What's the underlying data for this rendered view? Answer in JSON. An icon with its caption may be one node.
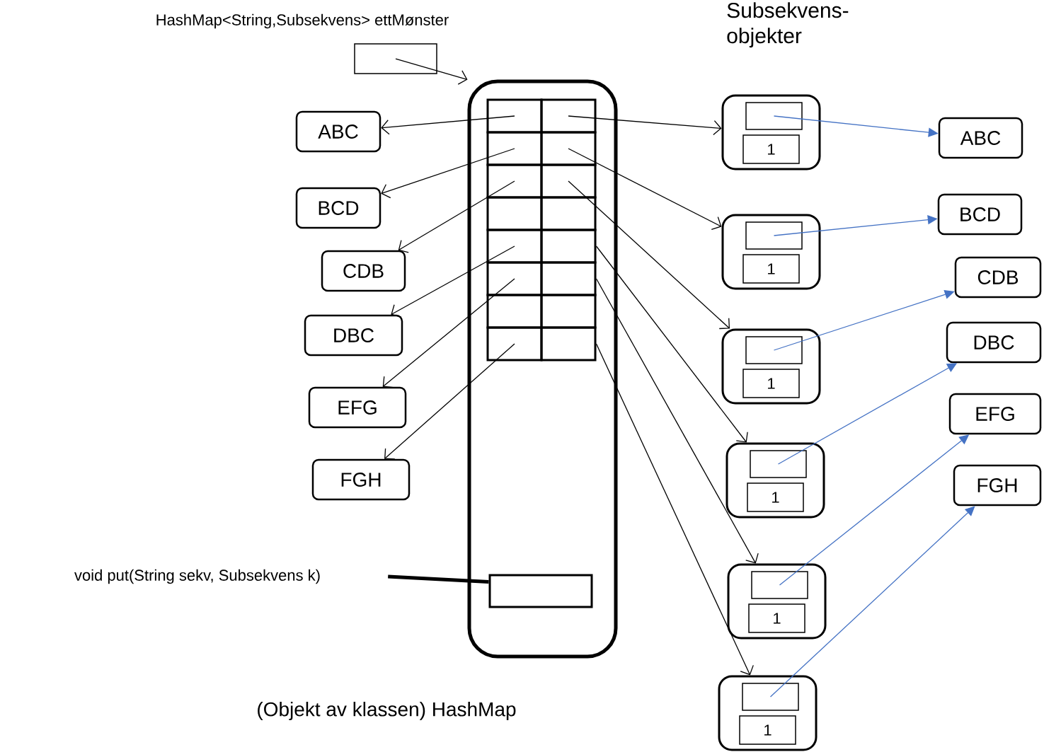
{
  "diagram": {
    "nodes": [
      {
        "text": [
          "HashMap<String,Subsekvens> ettMønster"
        ]
      },
      {
        "text": [],
        "shape": "box",
        "beside": [
          "(Objekt av klassen) HashMap"
        ]
      },
      {
        "text": [],
        "shape": "box",
        "in": 1
      },
      {
        "text": [],
        "shape": "box",
        "in": 1
      },
      {
        "text": [],
        "shape": "box",
        "in": 1
      },
      {
        "text": [],
        "shape": "box",
        "in": 1
      },
      {
        "text": [],
        "shape": "box",
        "in": 1
      },
      {
        "text": [],
        "shape": "box",
        "in": 1
      },
      {
        "text": [],
        "shape": "box",
        "in": 1
      },
      {
        "text": [],
        "shape": "box",
        "in": 1
      },
      {
        "text": [],
        "shape": "box",
        "in": 1
      },
      {
        "text": [],
        "shape": "box",
        "in": 1
      },
      {
        "text": [],
        "shape": "box",
        "in": 1
      },
      {
        "text": [],
        "shape": "box",
        "in": 1
      },
      {
        "text": [],
        "shape": "box",
        "in": 1
      },
      {
        "text": [],
        "shape": "box",
        "in": 1
      },
      {
        "text": [],
        "shape": "box",
        "in": 1
      },
      {
        "text": [],
        "shape": "box",
        "in": 1
      },
      {
        "text": [],
        "shape": "box",
        "in": 1
      },
      {
        "text": [
          "void put(String sekv, Subsekvens k)"
        ]
      },
      {
        "text": [
          "ABC"
        ]
      },
      {
        "text": [
          "BCD"
        ]
      },
      {
        "text": [
          "CDB"
        ]
      },
      {
        "text": [
          "DBC"
        ]
      },
      {
        "text": [
          "EFG"
        ]
      },
      {
        "text": [
          "FGH"
        ]
      },
      {
        "text": [],
        "shape": "box"
      },
      {
        "text": [],
        "shape": "box",
        "in": 26
      },
      {
        "text": [
          "1"
        ],
        "in": 26
      },
      {
        "text": [],
        "shape": "box"
      },
      {
        "text": [],
        "shape": "box",
        "in": 29
      },
      {
        "text": [
          "1"
        ],
        "in": 29
      },
      {
        "text": [],
        "shape": "box"
      },
      {
        "text": [],
        "shape": "box",
        "in": 32
      },
      {
        "text": [
          "1"
        ],
        "in": 32
      },
      {
        "text": [],
        "shape": "box"
      },
      {
        "text": [],
        "shape": "box",
        "in": 35
      },
      {
        "text": [
          "1"
        ],
        "in": 35
      },
      {
        "text": [],
        "shape": "box"
      },
      {
        "text": [],
        "shape": "box",
        "in": 38
      },
      {
        "text": [
          "1"
        ],
        "in": 38
      },
      {
        "text": [],
        "shape": "box"
      },
      {
        "text": [],
        "shape": "box",
        "in": 41
      },
      {
        "text": [
          "1"
        ],
        "in": 41
      },
      {
        "text": [
          "ABC"
        ]
      },
      {
        "text": [
          "BCD"
        ]
      },
      {
        "text": [
          "CDB"
        ]
      },
      {
        "text": [
          "DBC"
        ]
      },
      {
        "text": [
          "EFG"
        ]
      },
      {
        "text": [
          "FGH"
        ]
      }
    ],
    "edges": [
      {
        "from": 0,
        "to": 1,
        "arrow": "to"
      },
      {
        "from": 2,
        "to": 20,
        "arrow": "to"
      },
      {
        "from": 4,
        "to": 21,
        "arrow": "to"
      },
      {
        "from": 6,
        "to": 22,
        "arrow": "to"
      },
      {
        "from": 10,
        "to": 23,
        "arrow": "to"
      },
      {
        "from": 12,
        "to": 24,
        "arrow": "to"
      },
      {
        "from": 16,
        "to": 25,
        "arrow": "to"
      },
      {
        "from": 3,
        "to": 26,
        "arrow": "to"
      },
      {
        "from": 5,
        "to": 29,
        "arrow": "to"
      },
      {
        "from": 7,
        "to": 32,
        "arrow": "to"
      },
      {
        "from": 11,
        "to": 35,
        "arrow": "to"
      },
      {
        "from": 13,
        "to": 38,
        "arrow": "to"
      },
      {
        "from": 17,
        "to": 41,
        "arrow": "to"
      },
      {
        "from": 27,
        "to": 44,
        "arrow": "to",
        "color": "#4472c4"
      },
      {
        "from": 30,
        "to": 45,
        "arrow": "to",
        "color": "#4472c4"
      },
      {
        "from": 33,
        "to": 46,
        "arrow": "to",
        "color": "#4472c4"
      },
      {
        "from": 36,
        "to": 47,
        "arrow": "to",
        "color": "#4472c4"
      },
      {
        "from": 39,
        "to": 48,
        "arrow": "to",
        "color": "#4472c4"
      },
      {
        "from": 42,
        "to": 49,
        "arrow": "to",
        "color": "#4472c4"
      },
      {
        "from": 19,
        "to": 18,
        "arrow": "none",
        "style": "thick"
      }
    ],
    "labels": [
      "Subsekvens- objekter"
    ]
  }
}
